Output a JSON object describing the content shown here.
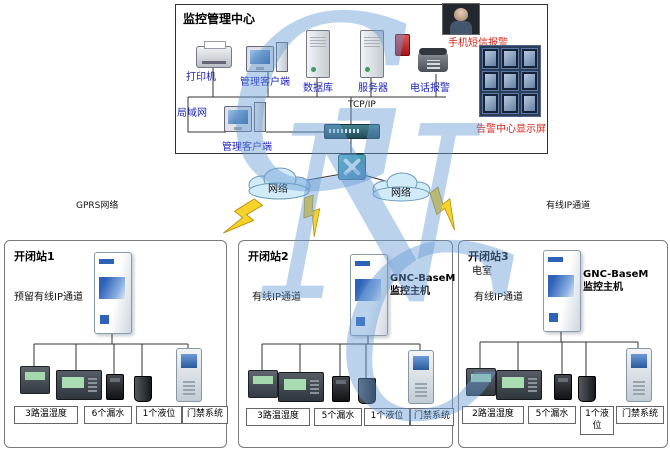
{
  "watermark": {
    "letters": [
      "G",
      "N",
      "C"
    ]
  },
  "center": {
    "title": "监控管理中心",
    "printer": "打印机",
    "client1": "管理客户端",
    "database": "数据库",
    "server": "服务器",
    "phone_alarm": "电话报警",
    "sms_alarm": "手机短信报警",
    "display_wall": "告警中心显示屏",
    "client2": "管理客户端",
    "tcpip": "TCP/IP",
    "lan": "局域网"
  },
  "network": {
    "cloud_left": "网络",
    "cloud_right": "网络",
    "gprs": "GPRS网络",
    "wired": "有线IP通道"
  },
  "stations": [
    {
      "title": "开闭站1",
      "channel": "预留有线IP通道",
      "sensors": [
        "3路温湿度",
        "6个漏水",
        "1个液位",
        "门禁系统"
      ]
    },
    {
      "title": "开闭站2",
      "channel": "有线IP通道",
      "host_line1": "GNC-BaseM",
      "host_line2": "监控主机",
      "sensors": [
        "3路温湿度",
        "5个漏水",
        "1个液位",
        "门禁系统"
      ]
    },
    {
      "title": "开闭站3",
      "subtitle": "电室",
      "channel": "有线IP通道",
      "host_line1": "GNC-BaseM",
      "host_line2": "监控主机",
      "sensors": [
        "2路温湿度",
        "5个漏水",
        "1个液位",
        "门禁系统"
      ]
    }
  ]
}
